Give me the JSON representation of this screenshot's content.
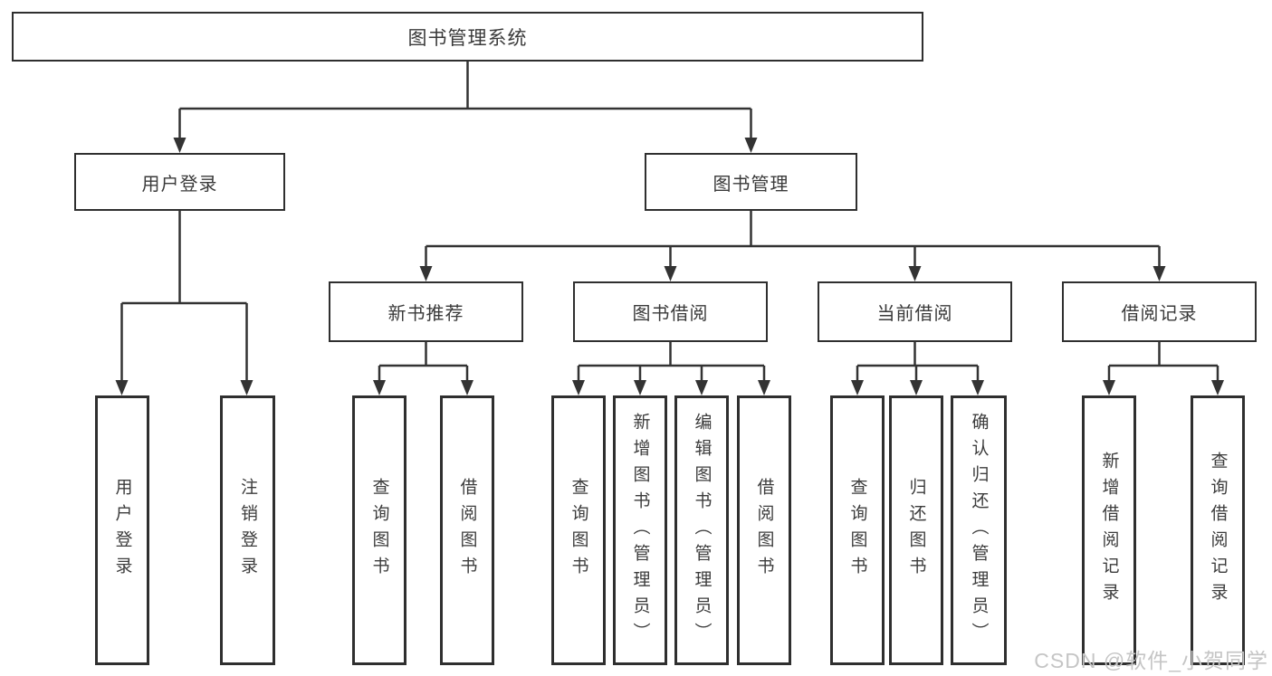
{
  "colors": {
    "line": "#333333",
    "box_border": "#2f2f2f",
    "text": "#3a3a3a",
    "background": "#ffffff",
    "watermark": "#c5c5c5"
  },
  "watermark": {
    "text": "CSDN @软件_小贺同学"
  },
  "tree": {
    "root": {
      "label": "图书管理系统"
    },
    "branches": [
      {
        "label": "用户登录",
        "leaves": [
          "用户登录",
          "注销登录"
        ]
      },
      {
        "label": "图书管理",
        "groups": [
          {
            "label": "新书推荐",
            "leaves": [
              "查询图书",
              "借阅图书"
            ]
          },
          {
            "label": "图书借阅",
            "leaves": [
              "查询图书",
              "新增图书（管理员）",
              "编辑图书（管理员）",
              "借阅图书"
            ]
          },
          {
            "label": "当前借阅",
            "leaves": [
              "查询图书",
              "归还图书",
              "确认归还（管理员）"
            ]
          },
          {
            "label": "借阅记录",
            "leaves": [
              "新增借阅记录",
              "查询借阅记录"
            ]
          }
        ]
      }
    ]
  }
}
